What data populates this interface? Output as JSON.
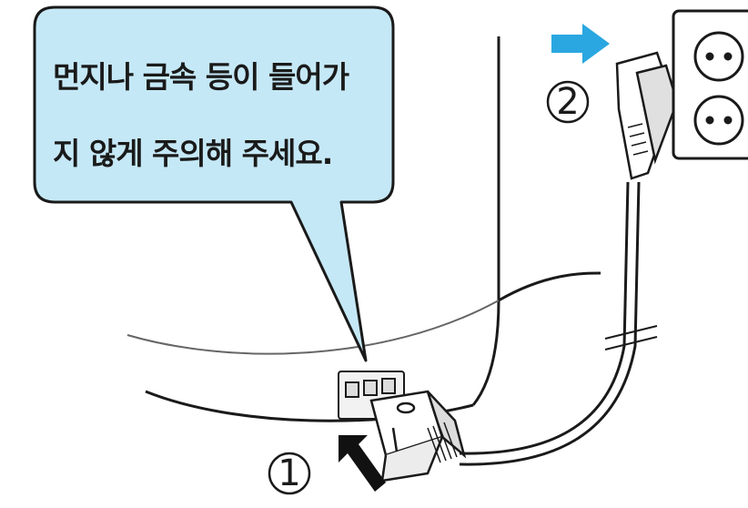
{
  "callout": {
    "line1": "먼지나 금속 등이 들어가",
    "line2": "지 않게 주의해 주세요."
  },
  "steps": [
    {
      "label": "1"
    },
    {
      "label": "2"
    }
  ],
  "colors": {
    "bubble_fill": "#c5e8f6",
    "bubble_stroke": "#1a1a1a",
    "arrow_blue": "#2aa7e0",
    "arrow_black": "#111111",
    "line": "#1a1a1a"
  },
  "icons": [
    "speech-bubble",
    "push-arrow-icon",
    "plug-in-arrow-icon",
    "power-cord",
    "wall-socket",
    "appliance-body"
  ]
}
